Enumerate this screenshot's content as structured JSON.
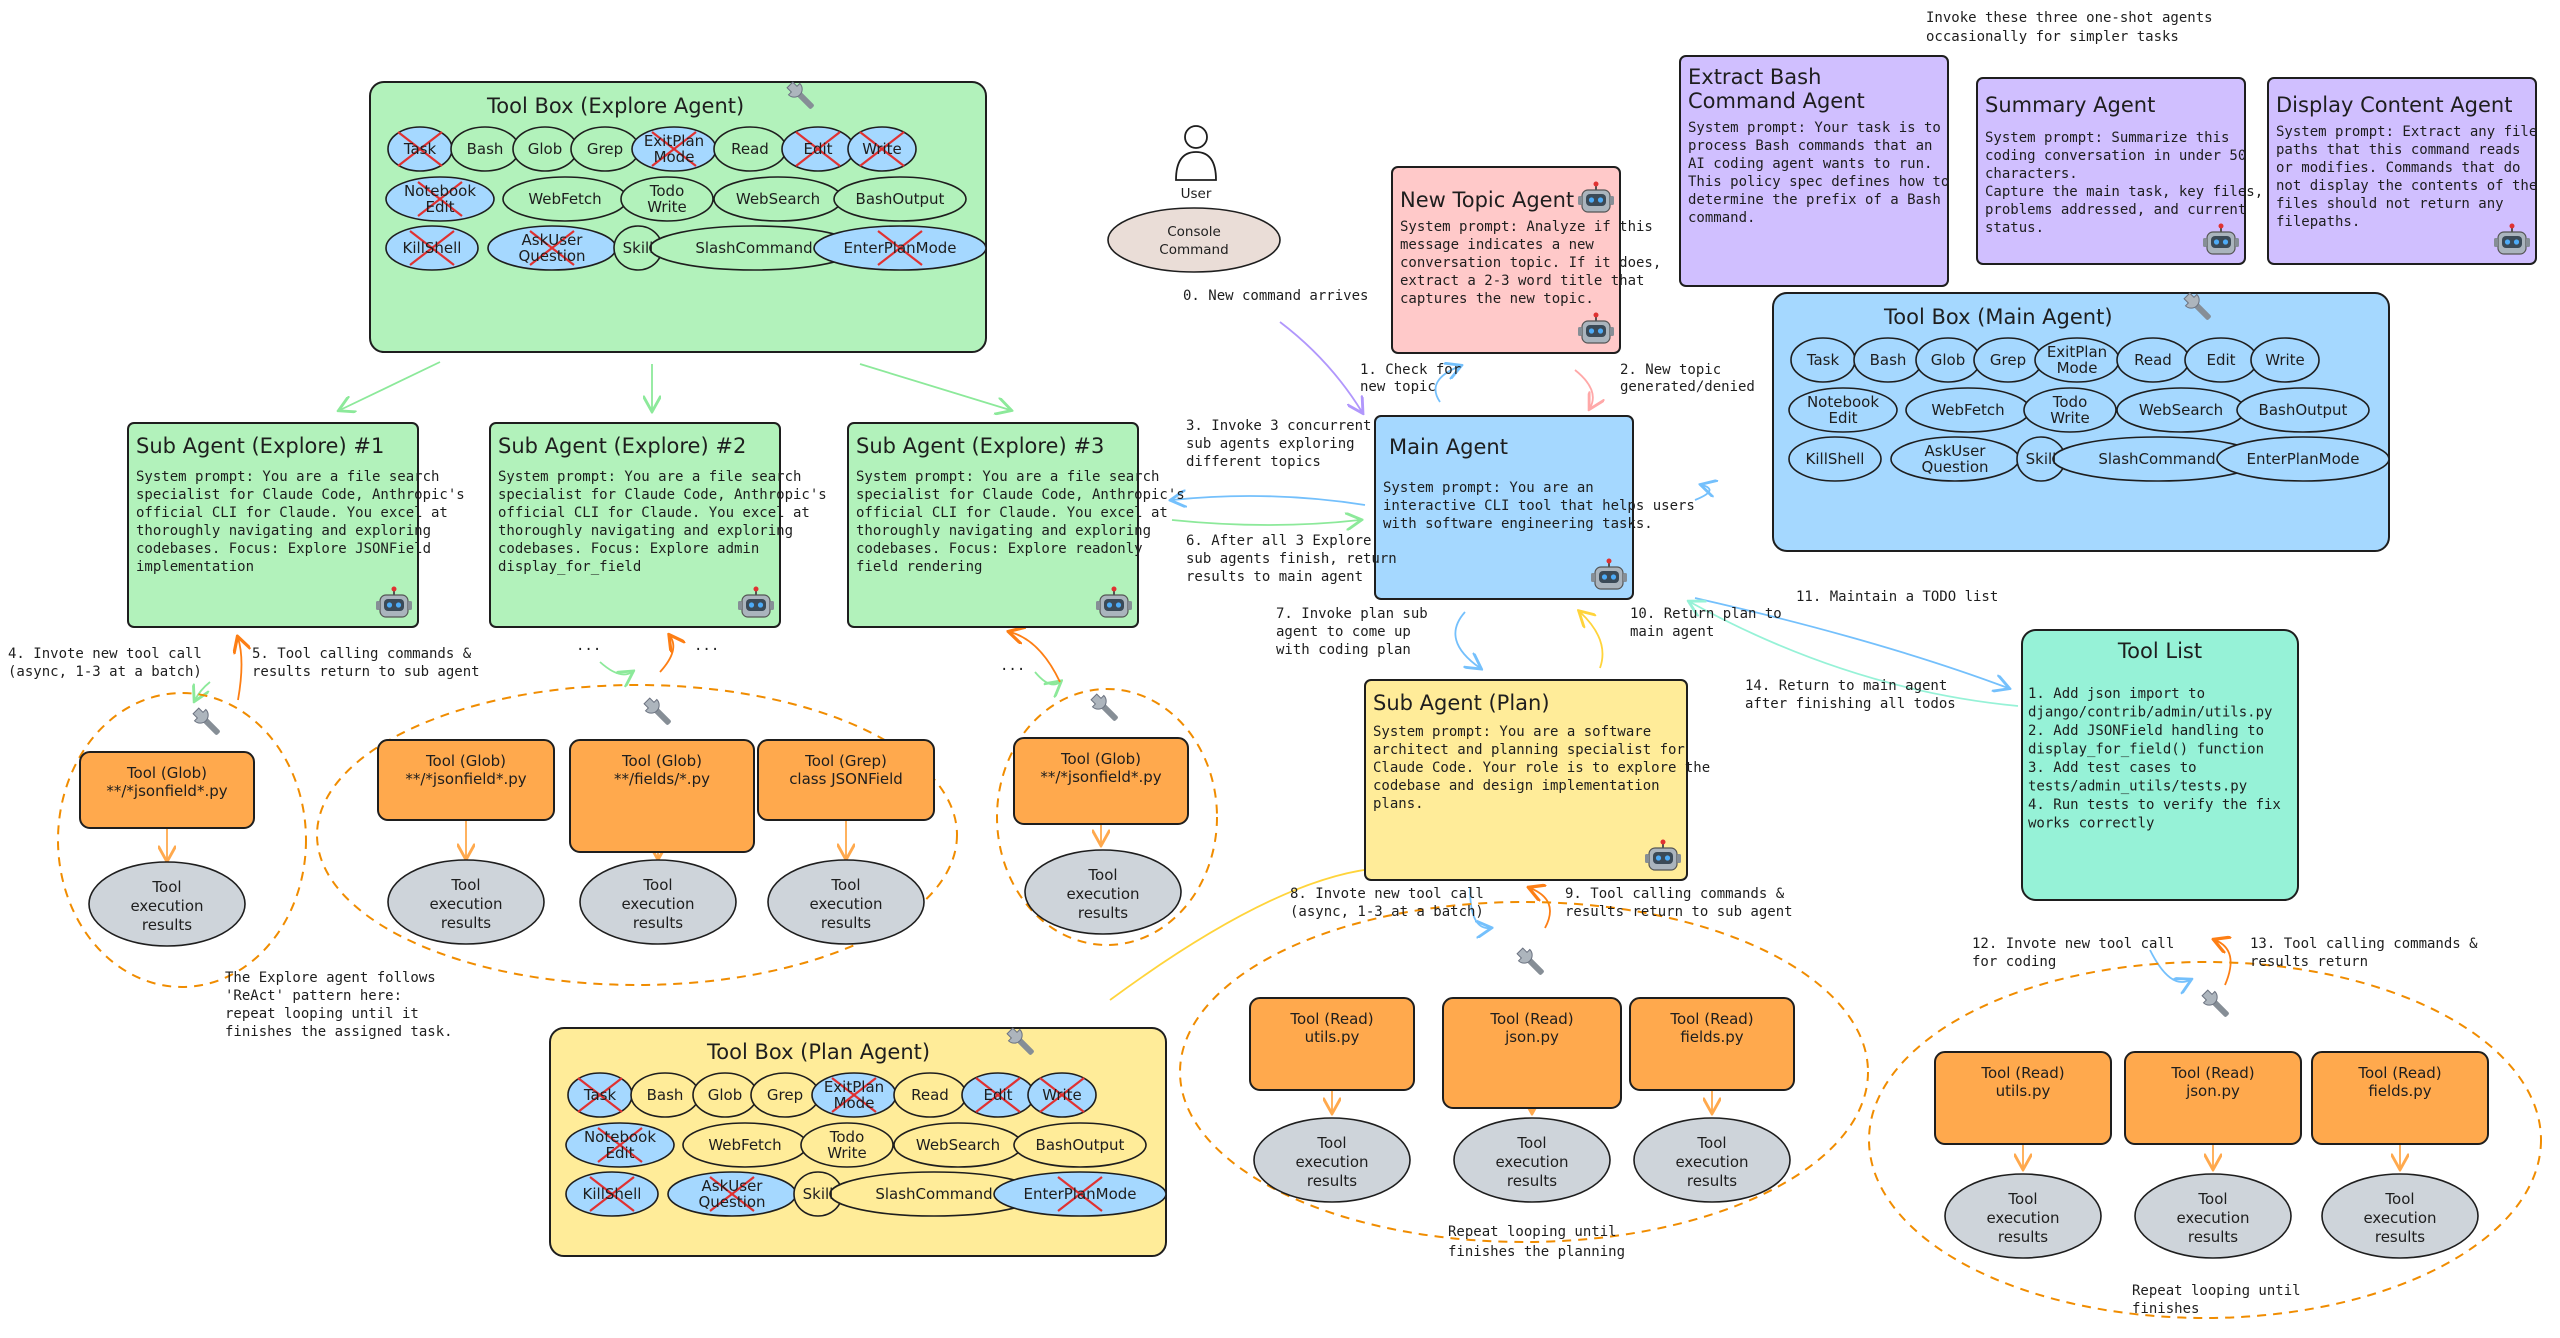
{
  "top_note": [
    "Invoke these three one-shot agents",
    "occasionally for simpler tasks"
  ],
  "user": {
    "label": "User",
    "console": [
      "Console",
      "Command"
    ]
  },
  "explore_toolbox": {
    "title": "Tool Box (Explore Agent)",
    "tools": [
      {
        "label": [
          "Task"
        ],
        "disabled": true
      },
      {
        "label": [
          "Bash"
        ],
        "disabled": false
      },
      {
        "label": [
          "Glob"
        ],
        "disabled": false
      },
      {
        "label": [
          "Grep"
        ],
        "disabled": false
      },
      {
        "label": [
          "ExitPlan",
          "Mode"
        ],
        "disabled": true
      },
      {
        "label": [
          "Read"
        ],
        "disabled": false
      },
      {
        "label": [
          "Edit"
        ],
        "disabled": true
      },
      {
        "label": [
          "Write"
        ],
        "disabled": true
      },
      {
        "label": [
          "Notebook",
          "Edit"
        ],
        "disabled": true
      },
      {
        "label": [
          "WebFetch"
        ],
        "disabled": false
      },
      {
        "label": [
          "Todo",
          "Write"
        ],
        "disabled": false
      },
      {
        "label": [
          "WebSearch"
        ],
        "disabled": false
      },
      {
        "label": [
          "BashOutput"
        ],
        "disabled": false
      },
      {
        "label": [
          "KillShell"
        ],
        "disabled": true
      },
      {
        "label": [
          "AskUser",
          "Question"
        ],
        "disabled": true
      },
      {
        "label": [
          "Skill"
        ],
        "disabled": false
      },
      {
        "label": [
          "SlashCommand"
        ],
        "disabled": false
      },
      {
        "label": [
          "EnterPlanMode"
        ],
        "disabled": true
      }
    ]
  },
  "plan_toolbox": {
    "title": "Tool Box (Plan Agent)",
    "tools": [
      {
        "label": [
          "Task"
        ],
        "disabled": true
      },
      {
        "label": [
          "Bash"
        ],
        "disabled": false
      },
      {
        "label": [
          "Glob"
        ],
        "disabled": false
      },
      {
        "label": [
          "Grep"
        ],
        "disabled": false
      },
      {
        "label": [
          "ExitPlan",
          "Mode"
        ],
        "disabled": true
      },
      {
        "label": [
          "Read"
        ],
        "disabled": false
      },
      {
        "label": [
          "Edit"
        ],
        "disabled": true
      },
      {
        "label": [
          "Write"
        ],
        "disabled": true
      },
      {
        "label": [
          "Notebook",
          "Edit"
        ],
        "disabled": true
      },
      {
        "label": [
          "WebFetch"
        ],
        "disabled": false
      },
      {
        "label": [
          "Todo",
          "Write"
        ],
        "disabled": false
      },
      {
        "label": [
          "WebSearch"
        ],
        "disabled": false
      },
      {
        "label": [
          "BashOutput"
        ],
        "disabled": false
      },
      {
        "label": [
          "KillShell"
        ],
        "disabled": true
      },
      {
        "label": [
          "AskUser",
          "Question"
        ],
        "disabled": true
      },
      {
        "label": [
          "Skill"
        ],
        "disabled": false
      },
      {
        "label": [
          "SlashCommand"
        ],
        "disabled": false
      },
      {
        "label": [
          "EnterPlanMode"
        ],
        "disabled": true
      }
    ]
  },
  "main_toolbox": {
    "title": "Tool Box (Main Agent)",
    "tools": [
      {
        "label": [
          "Task"
        ],
        "disabled": false
      },
      {
        "label": [
          "Bash"
        ],
        "disabled": false
      },
      {
        "label": [
          "Glob"
        ],
        "disabled": false
      },
      {
        "label": [
          "Grep"
        ],
        "disabled": false
      },
      {
        "label": [
          "ExitPlan",
          "Mode"
        ],
        "disabled": false
      },
      {
        "label": [
          "Read"
        ],
        "disabled": false
      },
      {
        "label": [
          "Edit"
        ],
        "disabled": false
      },
      {
        "label": [
          "Write"
        ],
        "disabled": false
      },
      {
        "label": [
          "Notebook",
          "Edit"
        ],
        "disabled": false
      },
      {
        "label": [
          "WebFetch"
        ],
        "disabled": false
      },
      {
        "label": [
          "Todo",
          "Write"
        ],
        "disabled": false
      },
      {
        "label": [
          "WebSearch"
        ],
        "disabled": false
      },
      {
        "label": [
          "BashOutput"
        ],
        "disabled": false
      },
      {
        "label": [
          "KillShell"
        ],
        "disabled": false
      },
      {
        "label": [
          "AskUser",
          "Question"
        ],
        "disabled": false
      },
      {
        "label": [
          "Skill"
        ],
        "disabled": false
      },
      {
        "label": [
          "SlashCommand"
        ],
        "disabled": false
      },
      {
        "label": [
          "EnterPlanMode"
        ],
        "disabled": false
      }
    ]
  },
  "sub_agents": [
    {
      "title": "Sub Agent (Explore) #1",
      "body": [
        "System prompt: You are a file search",
        "specialist for Claude Code, Anthropic's",
        "official CLI for Claude. You excel at",
        "thoroughly navigating and exploring",
        "codebases.  Focus: Explore JSONField",
        "implementation"
      ]
    },
    {
      "title": "Sub Agent (Explore) #2",
      "body": [
        "System prompt: You are a file search",
        "specialist for Claude Code, Anthropic's",
        "official CLI for Claude. You excel at",
        "thoroughly navigating and exploring",
        "codebases.  Focus: Explore admin",
        "display_for_field"
      ]
    },
    {
      "title": "Sub Agent (Explore) #3",
      "body": [
        "System prompt: You are a file search",
        "specialist for Claude Code, Anthropic's",
        "official CLI for Claude. You excel at",
        "thoroughly navigating and exploring",
        "codebases.  Focus: Explore readonly",
        "field rendering"
      ]
    }
  ],
  "main_agent": {
    "title": "Main Agent",
    "body": [
      "System prompt: You are an",
      "interactive CLI tool that helps users",
      "with software engineering tasks."
    ]
  },
  "new_topic_agent": {
    "title": "New Topic Agent",
    "body": [
      "System prompt: Analyze if this",
      "message indicates a new",
      "conversation topic. If it does,",
      "extract a 2-3 word title that",
      "captures the new topic."
    ]
  },
  "extract_bash_agent": {
    "title": [
      "Extract Bash",
      "Command Agent"
    ],
    "body": [
      "System prompt: Your task is to",
      "process Bash commands that an",
      "AI coding agent wants to run.",
      "",
      "This policy spec defines how to",
      "determine the prefix of a Bash",
      "command."
    ]
  },
  "summary_agent": {
    "title": "Summary Agent",
    "body": [
      "System prompt: Summarize this",
      "coding conversation in under 50",
      "characters.",
      "Capture the main task, key files,",
      "problems addressed, and current",
      "status."
    ]
  },
  "display_agent": {
    "title": "Display Content Agent",
    "body": [
      "System prompt: Extract any file",
      "paths that this command reads",
      "or modifies. Commands that do",
      "not display the contents of the",
      "files should not return any",
      "filepaths."
    ]
  },
  "plan_agent": {
    "title": "Sub Agent (Plan)",
    "body": [
      "System prompt: You are a software",
      "architect and planning specialist for",
      "Claude Code. Your role is to explore the",
      "codebase and design implementation",
      "plans."
    ]
  },
  "tool_list": {
    "title": "Tool List",
    "items": [
      "1. Add json import to",
      "django/contrib/admin/utils.py",
      "",
      "2. Add JSONField handling to",
      "display_for_field() function",
      "",
      "3. Add test cases to",
      "tests/admin_utils/tests.py",
      "",
      "4. Run tests to verify the fix",
      "works correctly"
    ]
  },
  "tool_calls": {
    "explore1": [
      {
        "label": [
          "Tool (Glob)",
          "**/*jsonfield*.py"
        ]
      }
    ],
    "explore2": [
      {
        "label": [
          "Tool (Glob)",
          "**/*jsonfield*.py"
        ]
      },
      {
        "label": [
          "Tool (Glob)",
          "**/fields/*.py"
        ]
      },
      {
        "label": [
          "Tool (Grep)",
          "class JSONField"
        ]
      }
    ],
    "explore3": [
      {
        "label": [
          "Tool (Glob)",
          "**/*jsonfield*.py"
        ]
      }
    ],
    "plan": [
      {
        "label": [
          "Tool (Read)",
          "utils.py"
        ]
      },
      {
        "label": [
          "Tool (Read)",
          "json.py"
        ]
      },
      {
        "label": [
          "Tool (Read)",
          "fields.py"
        ]
      }
    ],
    "main": [
      {
        "label": [
          "Tool (Read)",
          "utils.py"
        ]
      },
      {
        "label": [
          "Tool (Read)",
          "json.py"
        ]
      },
      {
        "label": [
          "Tool (Read)",
          "fields.py"
        ]
      }
    ]
  },
  "result_label": [
    "Tool",
    "execution",
    "results"
  ],
  "ellipsis": "...",
  "edges": {
    "e0": [
      "0. New command arrives"
    ],
    "e1": [
      "1. Check for",
      "new topic"
    ],
    "e2": [
      "2. New topic",
      "generated/denied"
    ],
    "e3": [
      "3. Invoke 3 concurrent",
      "sub agents exploring",
      "different topics"
    ],
    "e4": [
      "4. Invote new tool call",
      "(async, 1-3 at a batch)"
    ],
    "e5": [
      "5. Tool calling commands &",
      "results return to sub agent"
    ],
    "e6": [
      "6. After all 3 Explore",
      "sub agents finish, return",
      "results to main agent"
    ],
    "e7": [
      "7. Invoke plan sub",
      "agent to come up",
      "with coding plan"
    ],
    "e8": [
      "8. Invote new tool call",
      "(async, 1-3 at a batch)"
    ],
    "e9": [
      "9. Tool calling commands &",
      "results return to sub agent"
    ],
    "e10": [
      "10. Return plan to",
      "main agent"
    ],
    "e11": [
      "11. Maintain a TODO list"
    ],
    "e12": [
      "12. Invote new tool call",
      "for coding"
    ],
    "e13": [
      "13. Tool calling commands &",
      "results return"
    ],
    "e14": [
      "14. Return to main agent",
      "after finishing all todos"
    ]
  },
  "notes": {
    "react": [
      "The Explore agent follows",
      "'ReAct' pattern here:",
      "repeat looping until it",
      "finishes the assigned task."
    ],
    "plan_loop": [
      "Repeat looping until",
      "finishes the planning"
    ],
    "main_loop": [
      "Repeat looping until",
      "finishes"
    ]
  },
  "colors": {
    "green_fill": "#b2f2bb",
    "green_stroke": "#2f9e44",
    "blue_fill": "#a5d8ff",
    "blue_stroke": "#1971c2",
    "yellow_fill": "#ffec99",
    "yellow_stroke": "#e8b400",
    "pink_fill": "#ffc9c9",
    "purple_fill": "#d0bfff",
    "teal_fill": "#96f2d7",
    "orange_fill": "#ffa94d",
    "gray_fill": "#ced4da",
    "tan_fill": "#eaddd7",
    "cross": "#e03131",
    "dash_orange": "#f08c00"
  }
}
